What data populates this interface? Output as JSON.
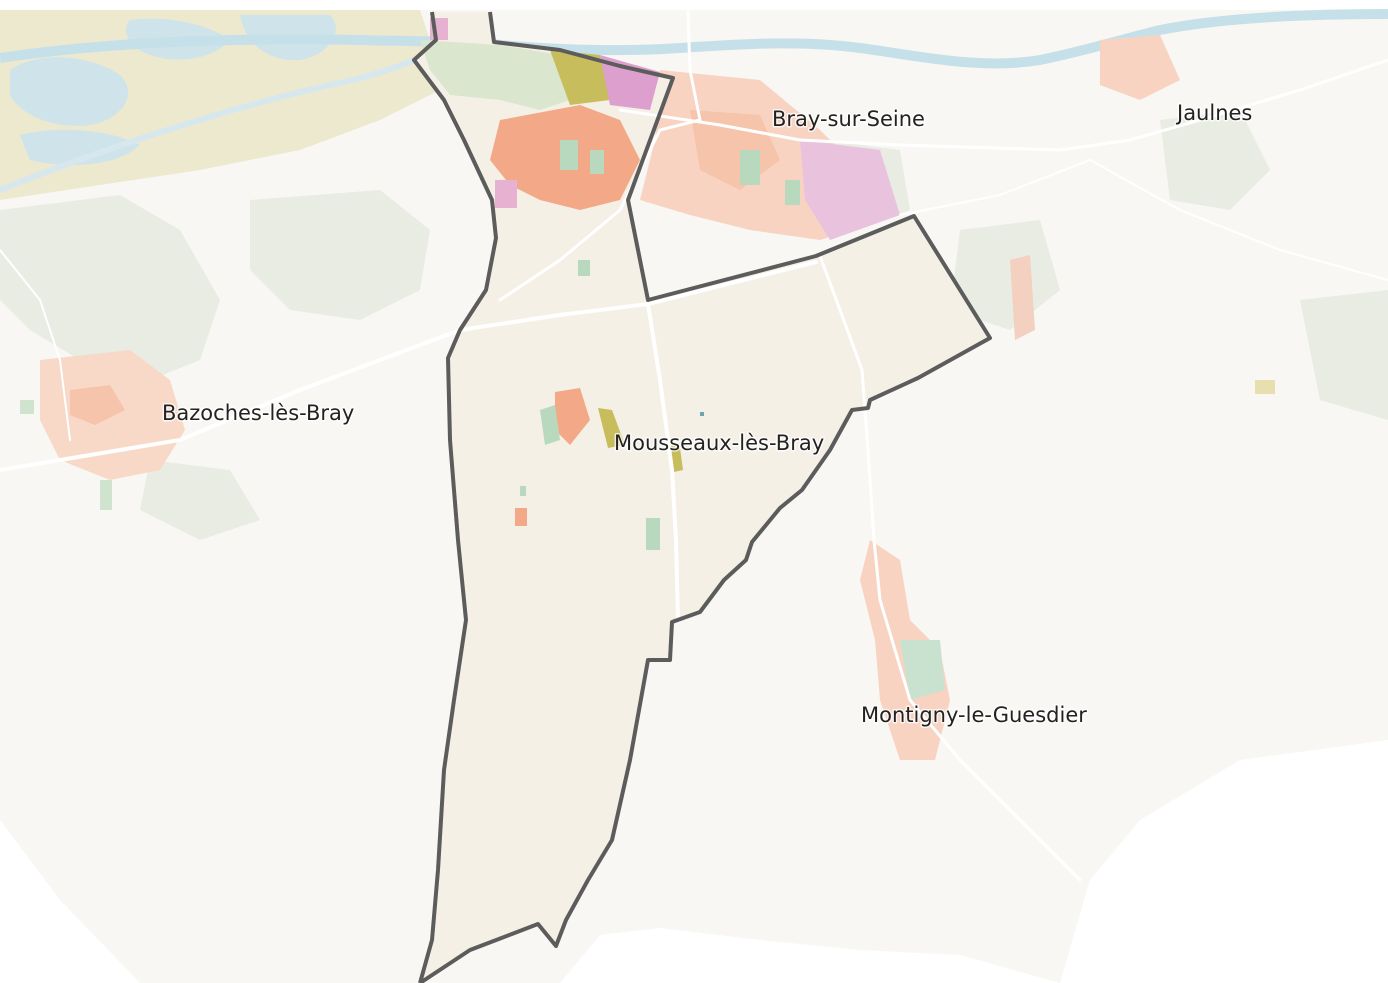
{
  "map": {
    "colors": {
      "land": "#f9f7f3",
      "selected_commune_fill": "#f4f0e6",
      "boundary": "#5c5c5c",
      "water": "#cfe3ea",
      "wetland": "#ebe6c8",
      "forest": "#e8ece2",
      "urban": "#f6c3ab",
      "urban_dense": "#f3a987",
      "industrial": "#e6b4d6",
      "green": "#b9d9bf",
      "agri_special": "#c8bd5c",
      "road": "#ffffff"
    },
    "labels": {
      "bray_sur_seine": "Bray-sur-Seine",
      "jaulnes": "Jaulnes",
      "bazoches_les_bray": "Bazoches-lès-Bray",
      "mousseaux_les_bray": "Mousseaux-lès-Bray",
      "montigny_le_guesdier": "Montigny-le-Guesdier"
    }
  }
}
